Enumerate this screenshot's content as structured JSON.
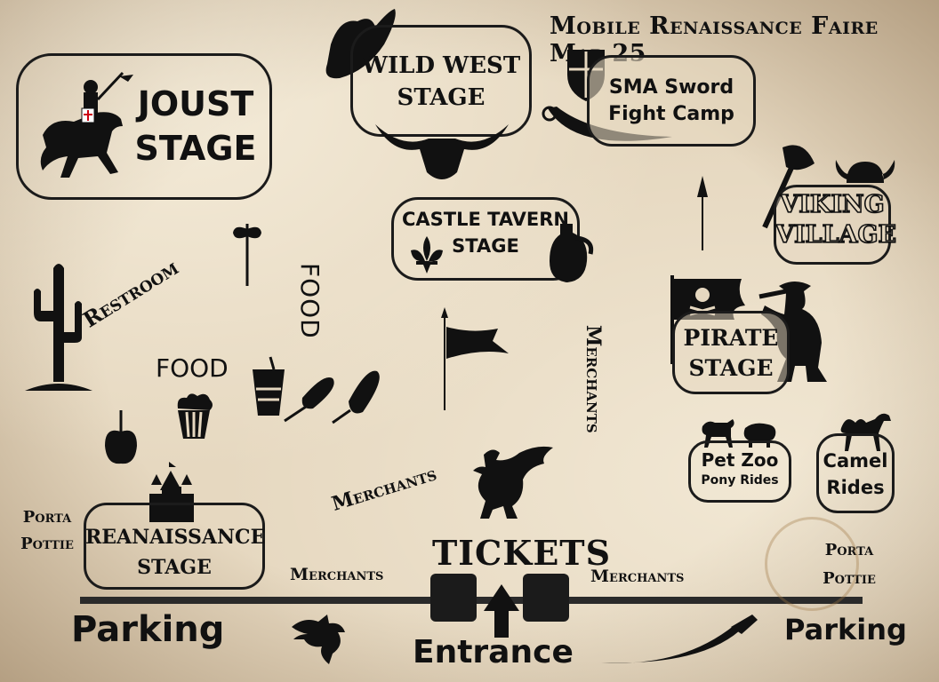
{
  "title": "Mobile Renaissance Faire Map 25",
  "joust": {
    "line1": "JOUST",
    "line2": "STAGE"
  },
  "wildwest": {
    "line1": "WILD WEST",
    "line2": "STAGE"
  },
  "sma": {
    "line1": "SMA Sword",
    "line2": "Fight Camp"
  },
  "tavern": {
    "line1": "CASTLE TAVERN",
    "line2": "STAGE"
  },
  "viking": {
    "line1": "VIKING",
    "line2": "VILLAGE"
  },
  "pirate": {
    "line1": "PIRATE",
    "line2": "STAGE"
  },
  "restroom": "Restroom",
  "food_vertical": "FOOD",
  "food": "FOOD",
  "merchants_vertical": "Merchants",
  "merchants_center": "Merchants",
  "merchants_left": "Merchants",
  "merchants_right": "Merchants",
  "petzoo": {
    "line1": "Pet Zoo",
    "line2": "Pony Rides"
  },
  "camel": {
    "line1": "Camel",
    "line2": "Rides"
  },
  "porta_left": {
    "line1": "Porta",
    "line2": "Pottie"
  },
  "porta_right": {
    "line1": "Porta",
    "line2": "Pottie"
  },
  "renaissance": {
    "line1": "REANAISSANCE",
    "line2": "STAGE"
  },
  "tickets": "TICKETS",
  "entrance": "Entrance",
  "parking_left": "Parking",
  "parking_right": "Parking"
}
